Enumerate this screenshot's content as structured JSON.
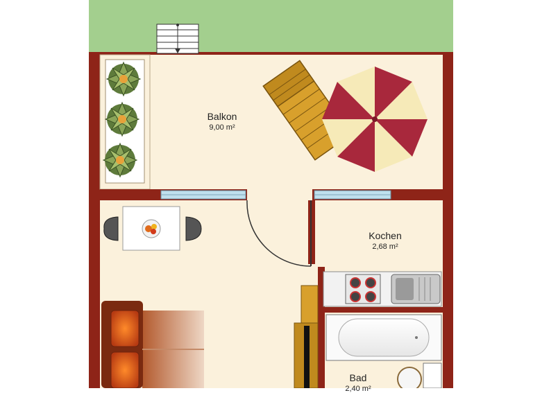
{
  "rooms": [
    {
      "name": "Balkon",
      "area": "9,00 m²"
    },
    {
      "name": "Kochen",
      "area": "2,68 m²"
    },
    {
      "name": "Bad",
      "area": "2,40 m²"
    }
  ],
  "colors": {
    "garden": "#a3cf8e",
    "wall": "#8e2418",
    "floor": "#fbf1dc",
    "window": "#bfe0ee",
    "umbrella_red": "#a8283c",
    "umbrella_cream": "#f6eab8",
    "deckchair": "#d8a02c",
    "sofa": "#a24a23"
  }
}
